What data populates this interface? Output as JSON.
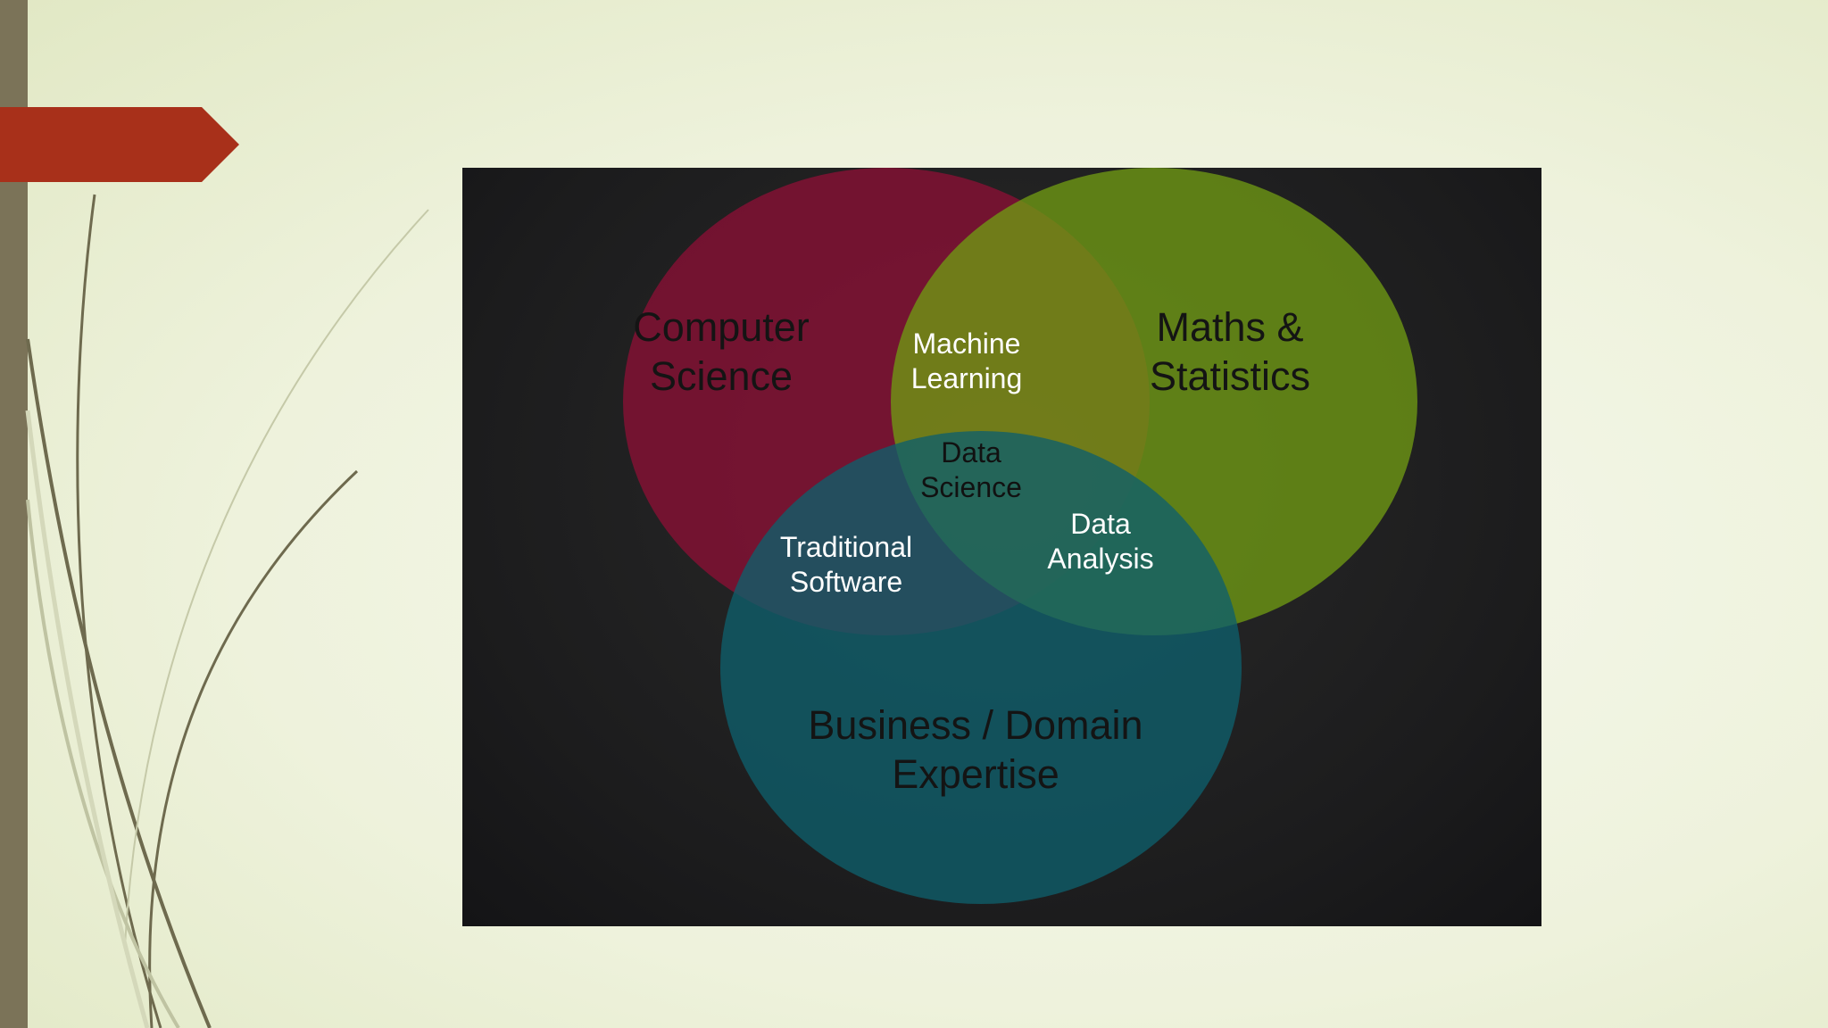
{
  "slide": {
    "colors": {
      "background": "#eef2dc",
      "left_bar": "#7b7358",
      "accent_arrow": "#a8301a",
      "panel": "#1c1c1d"
    }
  },
  "diagram": {
    "type": "venn",
    "sets": [
      {
        "id": "computer_science",
        "label": "Computer\nScience",
        "color": "#8b1035"
      },
      {
        "id": "maths_statistics",
        "label": "Maths &\nStatistics",
        "color": "#6f9a13"
      },
      {
        "id": "business_domain",
        "label": "Business / Domain\nExpertise",
        "color": "#0e5f6b"
      }
    ],
    "intersections": [
      {
        "sets": [
          "computer_science",
          "maths_statistics"
        ],
        "label": "Machine\nLearning"
      },
      {
        "sets": [
          "computer_science",
          "business_domain"
        ],
        "label": "Traditional\nSoftware"
      },
      {
        "sets": [
          "maths_statistics",
          "business_domain"
        ],
        "label": "Data\nAnalysis"
      },
      {
        "sets": [
          "computer_science",
          "maths_statistics",
          "business_domain"
        ],
        "label": "Data\nScience"
      }
    ]
  }
}
